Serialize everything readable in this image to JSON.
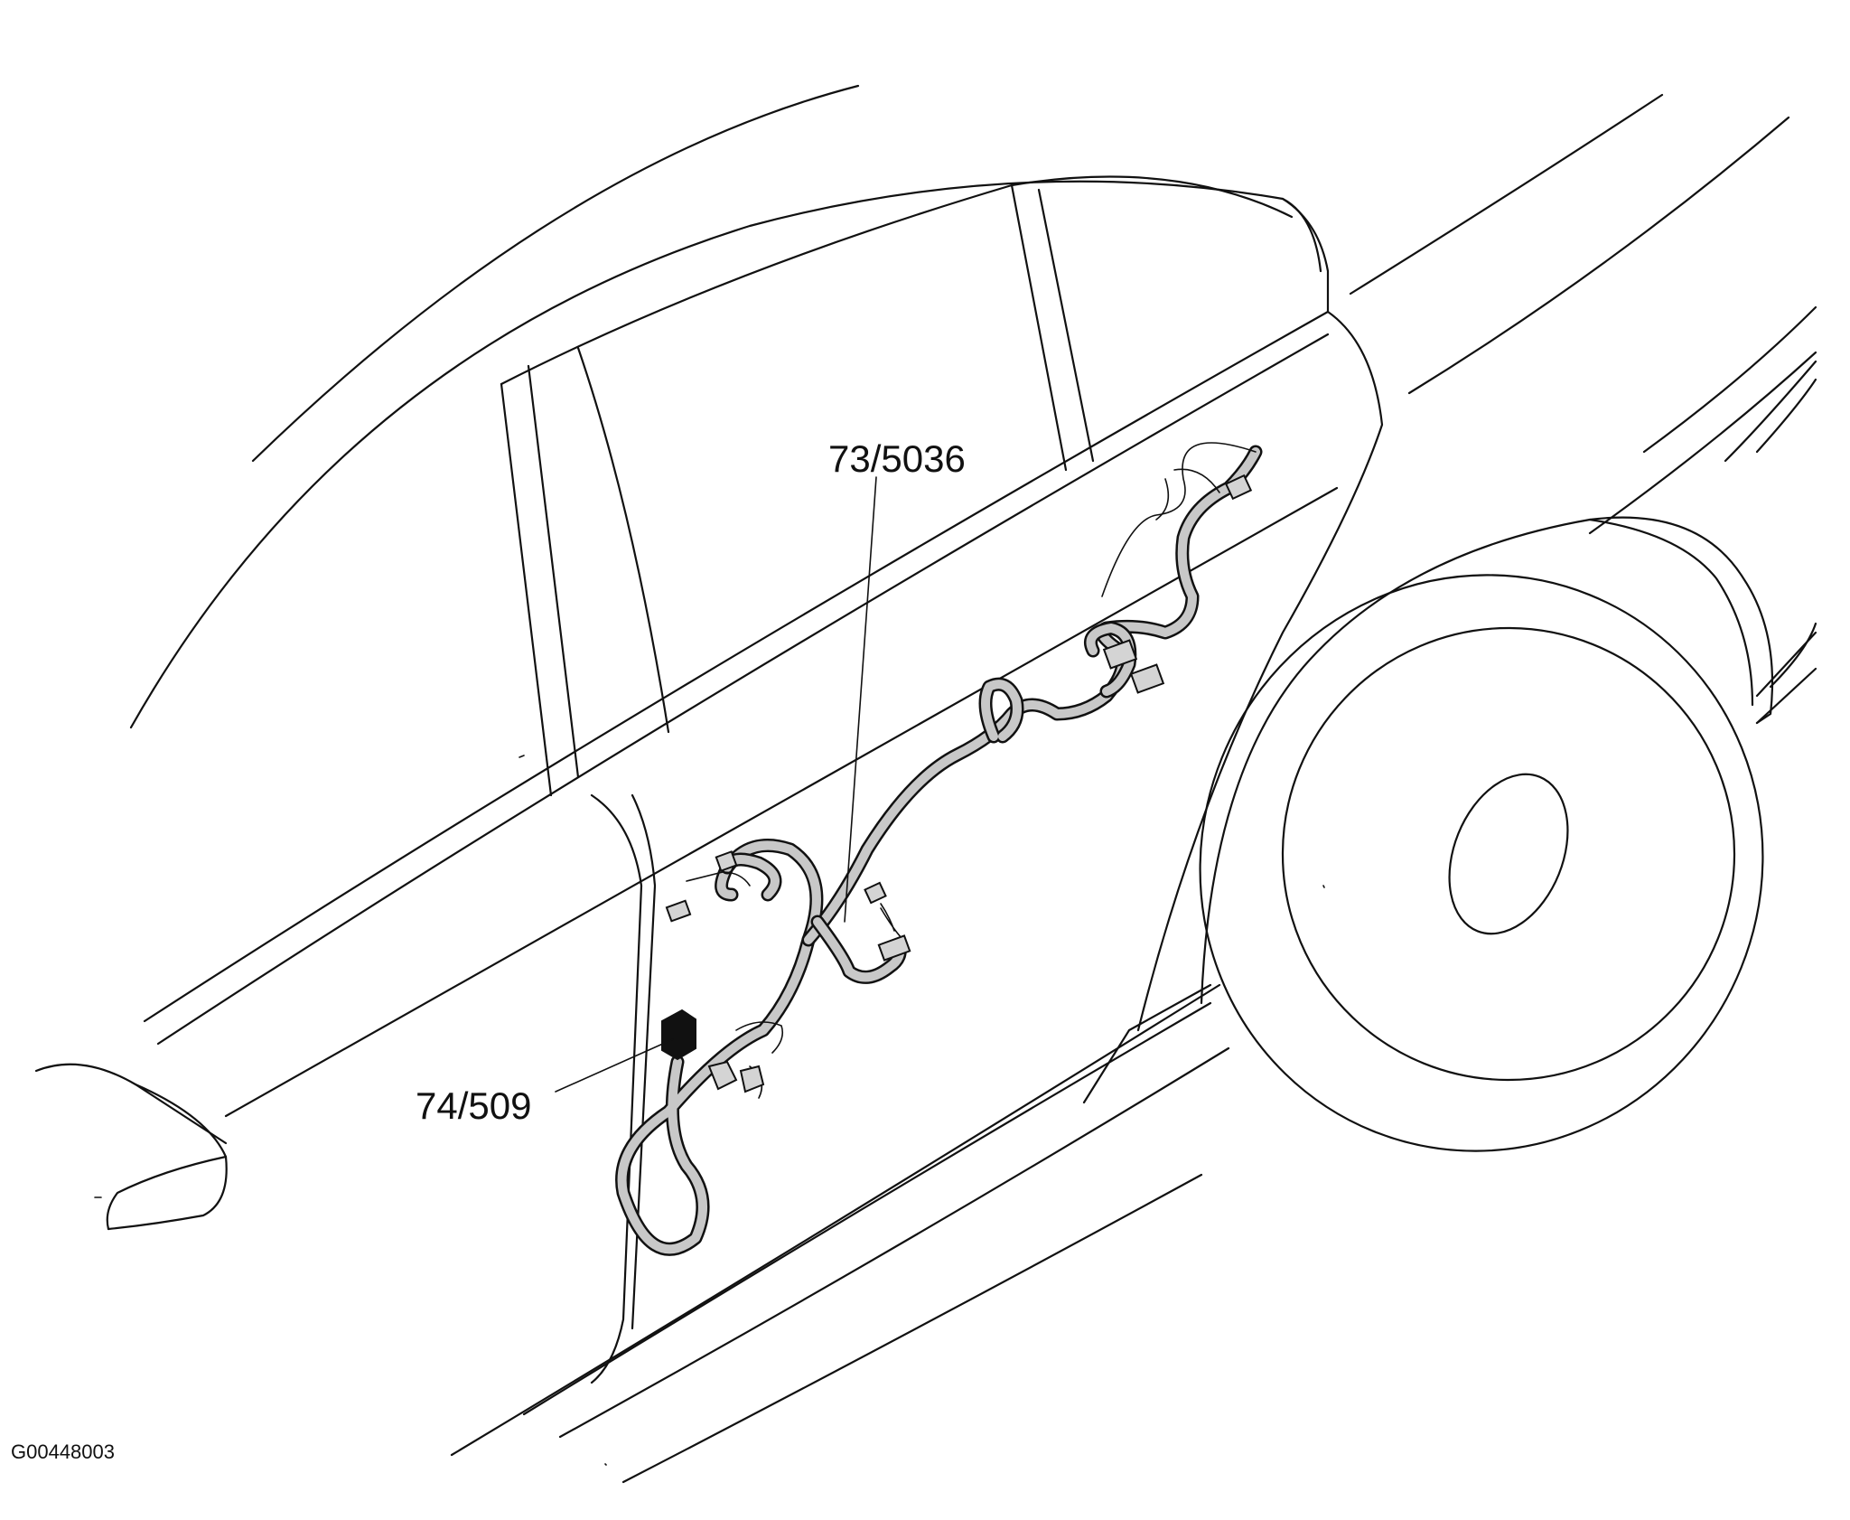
{
  "callouts": {
    "upper": "73/5036",
    "lower": "74/509"
  },
  "figure_id": "G00448003",
  "icons": [
    "wire-harness",
    "connector",
    "ground-point"
  ]
}
